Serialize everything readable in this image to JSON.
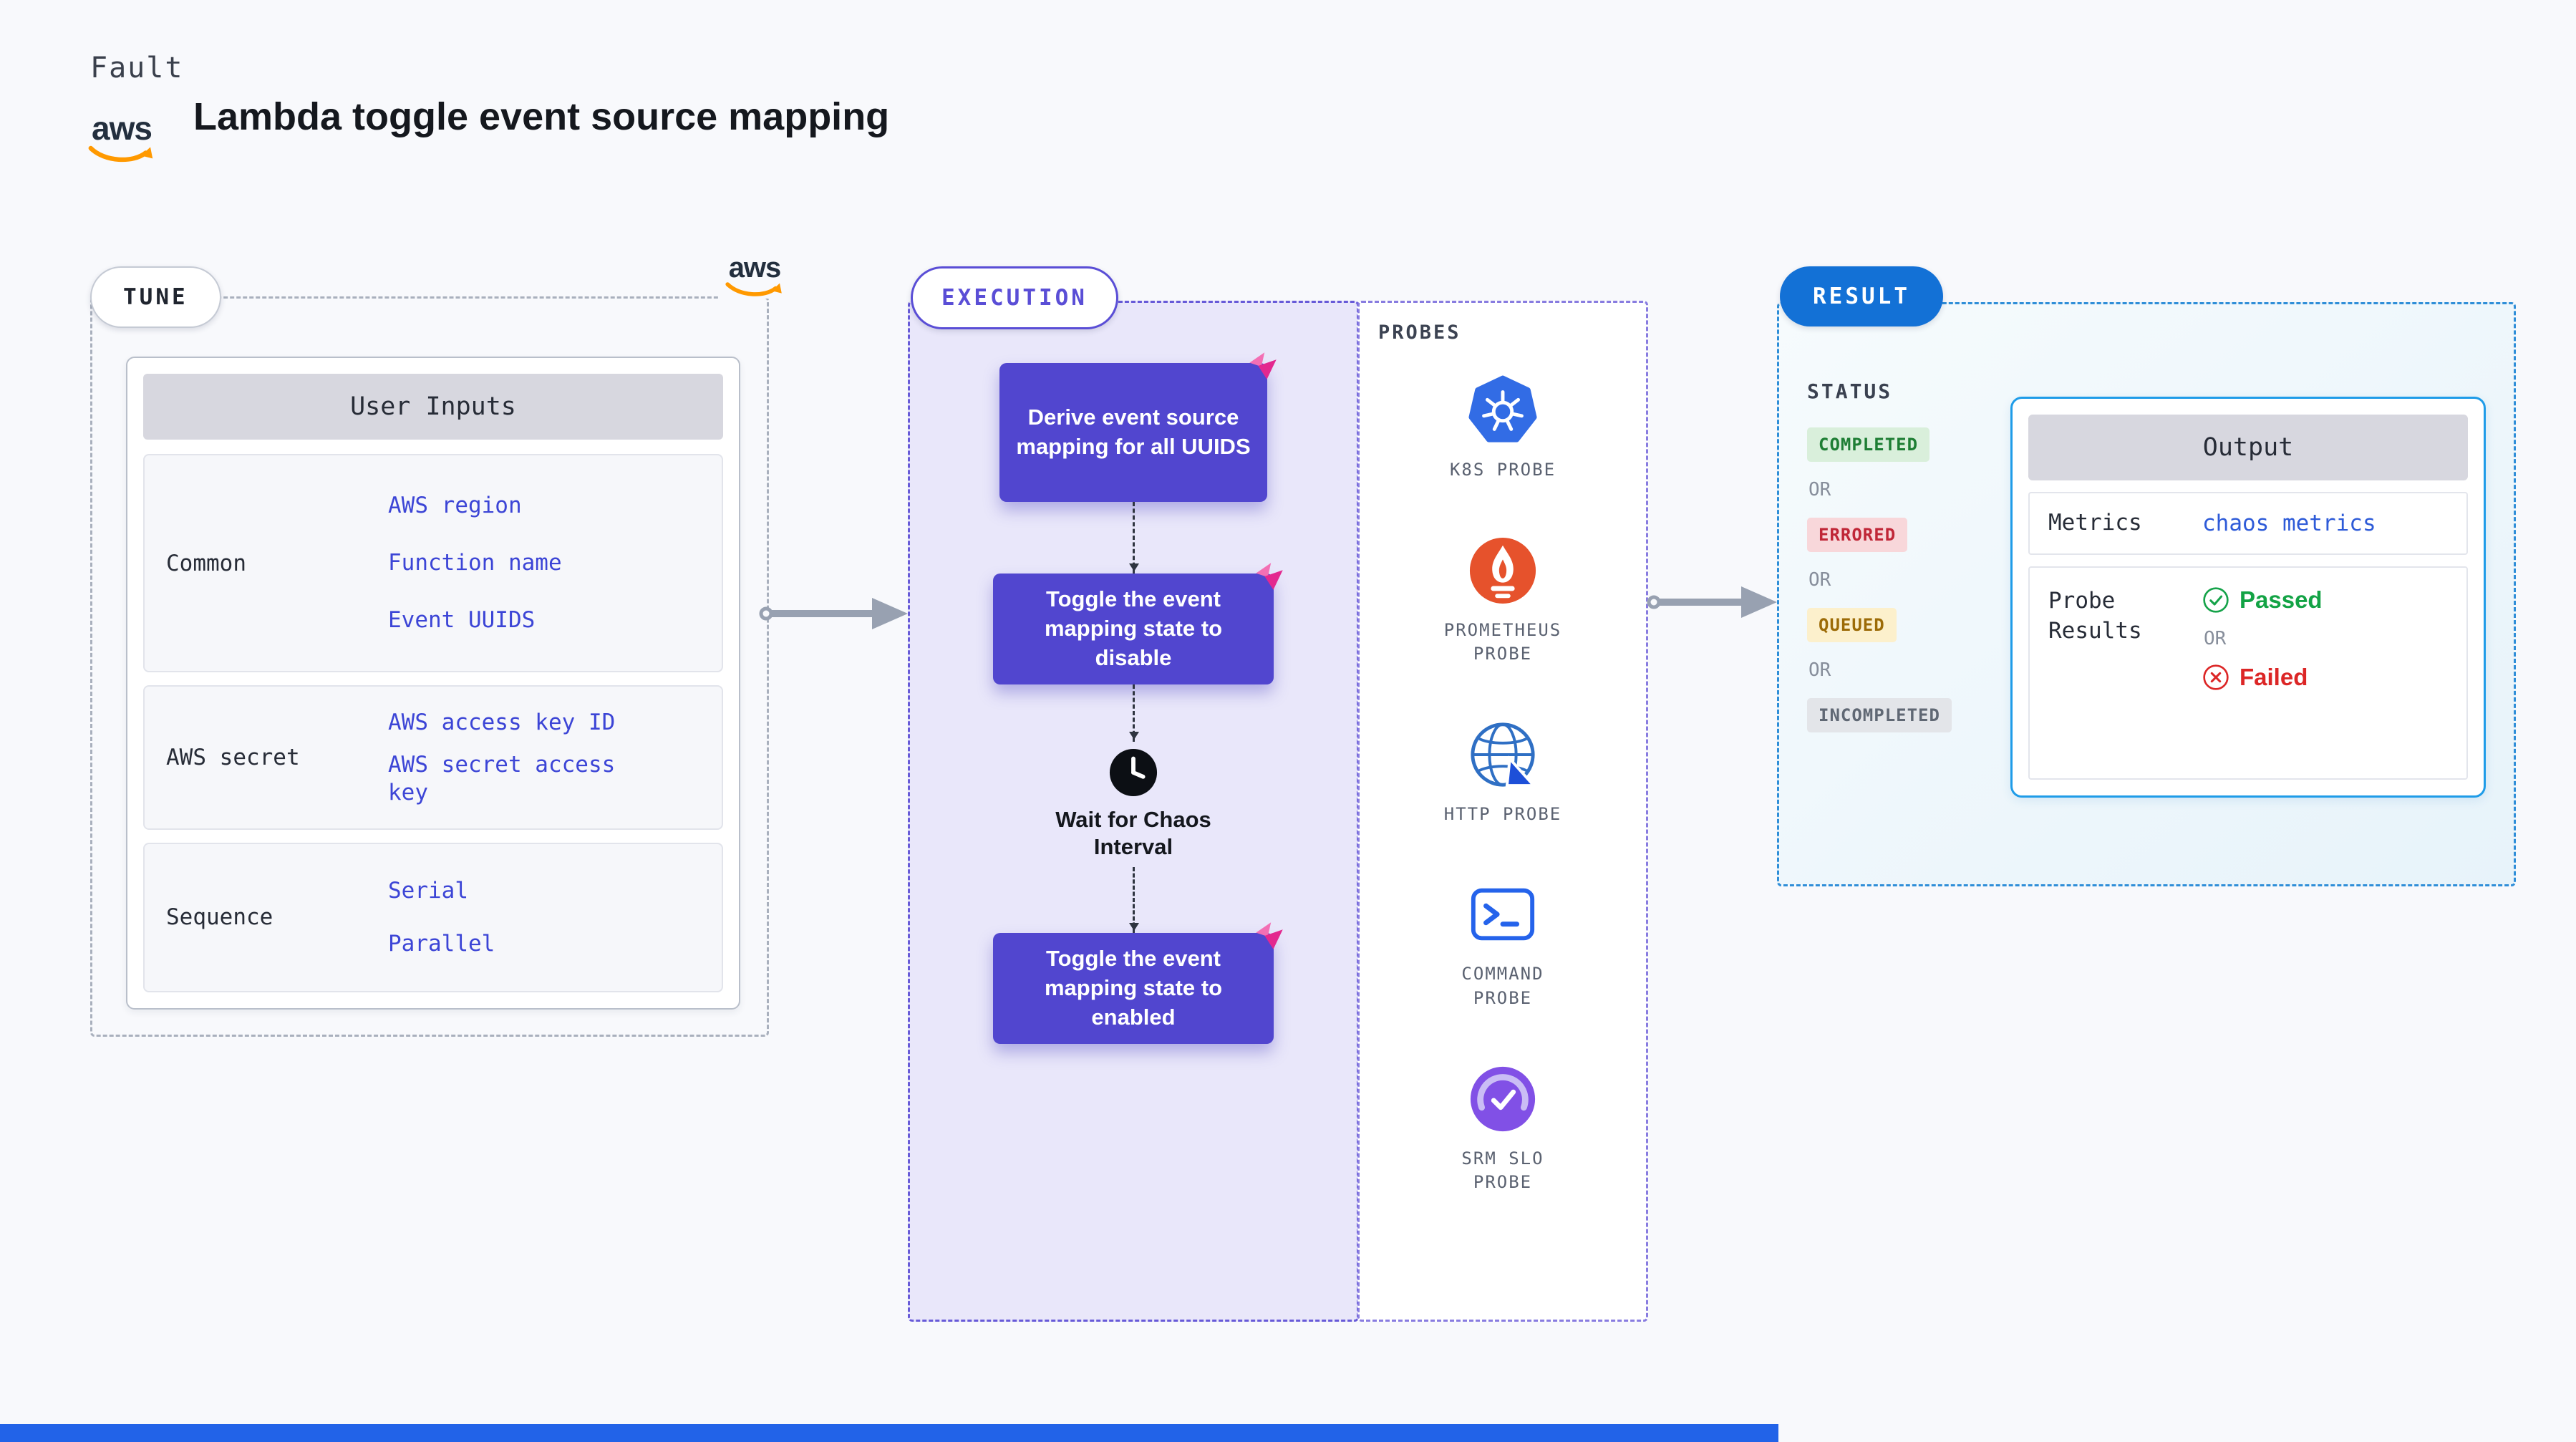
{
  "header": {
    "kicker": "Fault",
    "title": "Lambda toggle event source mapping",
    "aws_logo_text": "aws"
  },
  "tune": {
    "badge": "TUNE",
    "card": {
      "title": "User Inputs",
      "rows": [
        {
          "label": "Common",
          "links": [
            "AWS region",
            "Function name",
            "Event UUIDS"
          ]
        },
        {
          "label": "AWS secret",
          "links": [
            "AWS access key ID",
            "AWS secret access key"
          ]
        },
        {
          "label": "Sequence",
          "links": [
            "Serial",
            "Parallel"
          ]
        }
      ]
    }
  },
  "execution": {
    "badge": "EXECUTION",
    "steps": [
      "Derive event source mapping for all UUIDS",
      "Toggle the event mapping state to disable",
      "Toggle the event mapping state to enabled"
    ],
    "wait_label": "Wait for Chaos Interval"
  },
  "probes": {
    "title": "PROBES",
    "items": [
      {
        "label": "K8S PROBE",
        "icon": "kubernetes-icon"
      },
      {
        "label": "PROMETHEUS PROBE",
        "icon": "prometheus-icon"
      },
      {
        "label": "HTTP PROBE",
        "icon": "globe-icon"
      },
      {
        "label": "COMMAND PROBE",
        "icon": "terminal-icon"
      },
      {
        "label": "SRM SLO PROBE",
        "icon": "gauge-icon"
      }
    ]
  },
  "result": {
    "badge": "RESULT",
    "status_label": "STATUS",
    "or_label": "OR",
    "statuses": [
      {
        "label": "COMPLETED",
        "tone": "green"
      },
      {
        "label": "ERRORED",
        "tone": "red"
      },
      {
        "label": "QUEUED",
        "tone": "yellow"
      },
      {
        "label": "INCOMPLETED",
        "tone": "gray"
      }
    ],
    "output": {
      "title": "Output",
      "metrics_label": "Metrics",
      "metrics_value": "chaos metrics",
      "probe_results_label": "Probe Results",
      "passed_label": "Passed",
      "failed_label": "Failed"
    }
  },
  "colors": {
    "accent_purple": "#5146cf",
    "accent_blue": "#1371d6",
    "link_blue": "#3c45d6",
    "aws_orange": "#ff9900",
    "status_completed": "#1e7e34",
    "status_errored": "#c02637",
    "status_queued": "#9c6b07",
    "status_incompleted": "#606874",
    "passed_green": "#13a345",
    "failed_red": "#dc2626",
    "footer_bar": "#2263e8"
  }
}
